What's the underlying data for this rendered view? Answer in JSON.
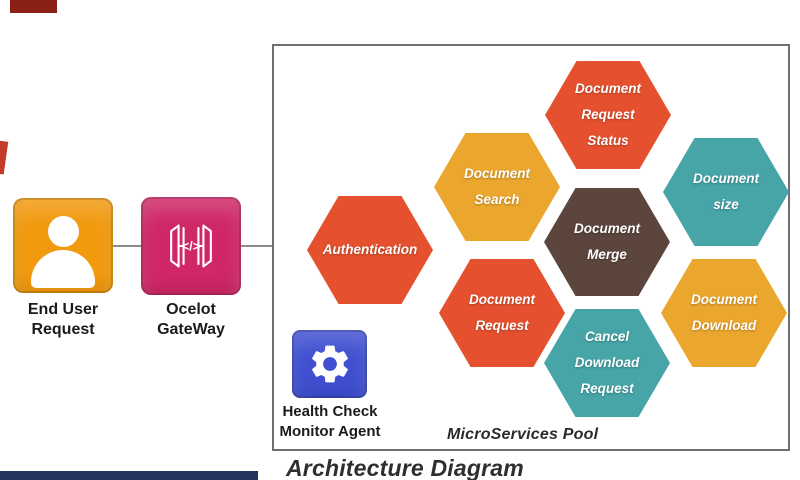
{
  "decorations": {
    "top_left_color": "#8a2016",
    "left_edge_color": "#c33a28",
    "bottom_bar_color": "#24345c"
  },
  "flow": {
    "end_user": {
      "label": "End User\nRequest",
      "icon": "user-icon",
      "color": "#f19a0e"
    },
    "gateway": {
      "label": "Ocelot\nGateWay",
      "icon": "gateway-icon",
      "color": "#cf2767",
      "code_glyph": "</>"
    }
  },
  "health_check": {
    "label": "Health Check\nMonitor Agent",
    "icon": "gear-icon",
    "color": "#3f4fd0"
  },
  "pool": {
    "title": "MicroServices Pool",
    "services": [
      {
        "id": "authentication",
        "label": "Authentication",
        "color": "#e5512f"
      },
      {
        "id": "document-search",
        "label": "Document\nSearch",
        "color": "#eba62e"
      },
      {
        "id": "document-request",
        "label": "Document\nRequest",
        "color": "#e5512f"
      },
      {
        "id": "document-request-status",
        "label": "Document\nRequest\nStatus",
        "color": "#e5512f"
      },
      {
        "id": "document-merge",
        "label": "Document\nMerge",
        "color": "#5b453c"
      },
      {
        "id": "cancel-download-request",
        "label": "Cancel\nDownload\nRequest",
        "color": "#47a5a8"
      },
      {
        "id": "document-size",
        "label": "Document\nsize",
        "color": "#47a5a8"
      },
      {
        "id": "document-download",
        "label": "Document\nDownload",
        "color": "#eba62e"
      }
    ]
  },
  "caption": "Architecture Diagram",
  "connector_color": "#8c8c8c",
  "box_border_color": "#6f6f6f"
}
